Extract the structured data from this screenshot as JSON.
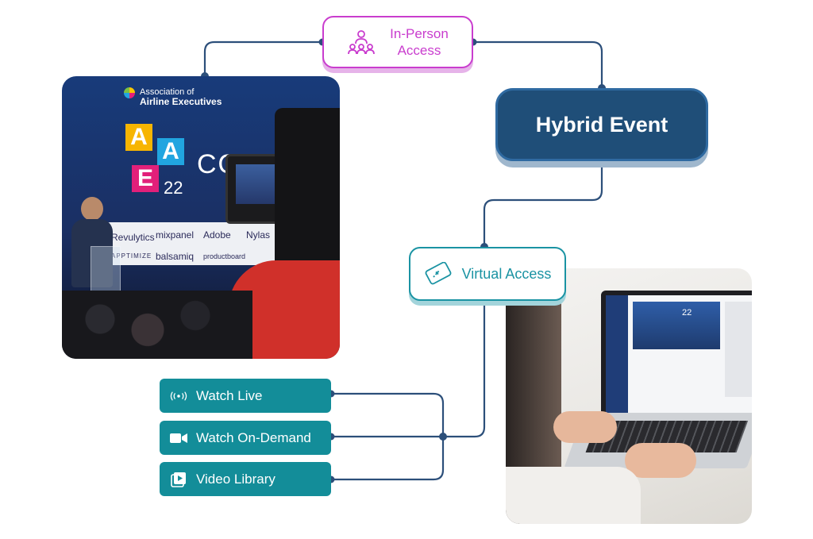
{
  "nodes": {
    "in_person": {
      "line1": "In-Person",
      "line2": "Access",
      "icon": "people-icon",
      "color": "#c93dce"
    },
    "hybrid": {
      "label": "Hybrid Event",
      "color": "#1f4e78"
    },
    "virtual": {
      "label": "Virtual Access",
      "icon": "ticket-icon",
      "color": "#1a93a3"
    }
  },
  "buttons": [
    {
      "label": "Watch Live",
      "icon": "broadcast-icon"
    },
    {
      "label": "Watch On-Demand",
      "icon": "video-camera-icon"
    },
    {
      "label": "Video Library",
      "icon": "video-library-icon"
    }
  ],
  "conference_photo": {
    "org_line1": "Association of",
    "org_line2": "Airline Executives",
    "letters": [
      "A",
      "A",
      "E"
    ],
    "year": "22",
    "banner_text": "CONF",
    "sponsors": [
      "Revulytics",
      "mixpanel",
      "Adobe",
      "Nylas",
      "APPTIMIZE",
      "balsamiq",
      "productboard"
    ]
  },
  "laptop_photo": {
    "screen_year": "22"
  },
  "colors": {
    "accent_teal": "#138d99",
    "line": "#2c4f7a"
  }
}
